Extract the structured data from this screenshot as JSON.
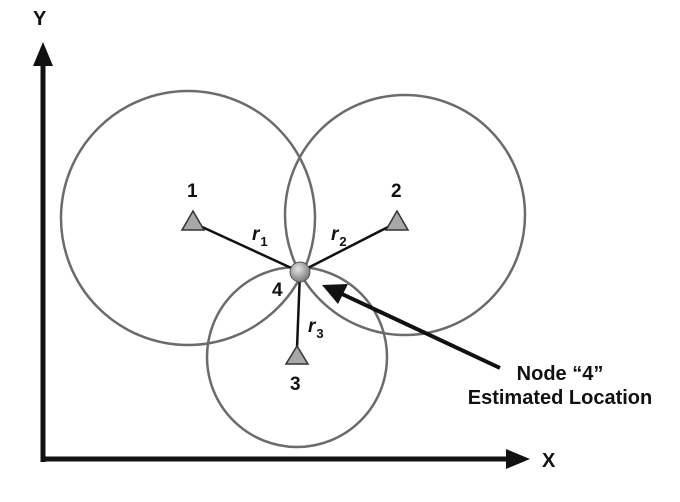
{
  "axes": {
    "x_label": "X",
    "y_label": "Y"
  },
  "anchors": [
    {
      "id": "1",
      "label": "1"
    },
    {
      "id": "2",
      "label": "2"
    },
    {
      "id": "3",
      "label": "3"
    }
  ],
  "unknown_node": {
    "label": "4"
  },
  "distances": [
    {
      "letter": "r",
      "subscript": "1"
    },
    {
      "letter": "r",
      "subscript": "2"
    },
    {
      "letter": "r",
      "subscript": "3"
    }
  ],
  "annotation": {
    "line1": "Node “4”",
    "line2": "Estimated Location"
  },
  "colors": {
    "circle": "#6b6b6b",
    "anchor_fill": "#a8a8a8",
    "line": "#111111"
  }
}
